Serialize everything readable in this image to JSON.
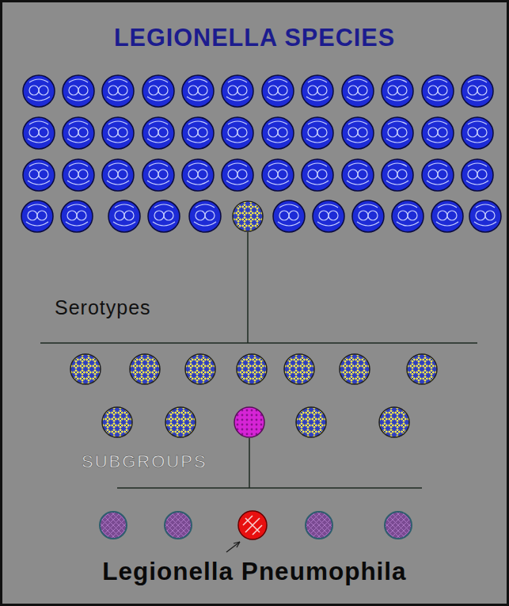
{
  "diagram": {
    "title": "LEGIONELLA SPECIES",
    "labels": [
      "Serotypes",
      "SUBGROUPS",
      "Legionella Pneumophila"
    ]
  }
}
